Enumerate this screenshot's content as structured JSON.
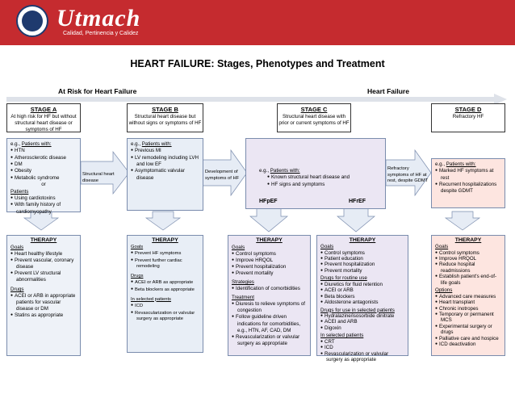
{
  "logo": {
    "name": "Utmach",
    "tagline": "Calidad, Pertinencia y Calidez"
  },
  "title": "HEART FAILURE: Stages, Phenotypes and Treatment",
  "risk_label": "At Risk for Heart Failure",
  "hf_label": "Heart Failure",
  "stages": {
    "a": {
      "name": "STAGE A",
      "text": "At high risk for HF but without structural heart disease or symptoms of HF"
    },
    "b": {
      "name": "STAGE B",
      "text": "Structural heart disease but without signs or symptoms of HF"
    },
    "c": {
      "name": "STAGE C",
      "text": "Structural heart disease with prior or current symptoms of HF"
    },
    "d": {
      "name": "STAGE D",
      "text": "Refractory HF"
    }
  },
  "between": {
    "ab": "Structural heart disease",
    "bc": "Development of symptoms of HF",
    "cd": "Refractory symptoms of HF at rest, despite GDMT"
  },
  "desc": {
    "eg": "e.g., ",
    "pw": "Patients with:",
    "a_items": [
      "HTN",
      "Atherosclerotic disease",
      "DM",
      "Obesity",
      "Metabolic syndrome"
    ],
    "a_or": "or",
    "a_patients": "Patients",
    "a_items2": [
      "Using cardiotoxins",
      "With family history of cardiomyopathy"
    ],
    "b_items": [
      "Previous MI",
      "LV remodeling including LVH and low EF",
      "Asymptomatic valvular disease"
    ],
    "c_items": [
      "Known structural heart disease and",
      "HF signs and symptoms"
    ],
    "d_items": [
      "Marked HF symptoms at rest",
      "Recurrent hospitalizations despite GDMT"
    ]
  },
  "phenotypes": {
    "pef": "HFpEF",
    "ref": "HFrEF"
  },
  "therapy": {
    "header": "THERAPY",
    "goals": "Goals",
    "drugs": "Drugs",
    "a_goals": [
      "Heart healthy lifestyle",
      "Prevent vascular, coronary disease",
      "Prevent LV structural abnormalities"
    ],
    "a_drugs": [
      "ACEI or ARB in appropriate patients for vascular disease or DM",
      "Statins as appropriate"
    ],
    "b_goals": [
      "Prevent HF symptoms",
      "Prevent further cardiac remodeling"
    ],
    "b_drugs": [
      "ACEI or ARB as appropriate",
      "Beta blockers as appropriate"
    ],
    "b_sel_label": "In selected patients",
    "b_sel": [
      "ICD",
      "Revascularization or valvular surgery as appropriate"
    ],
    "pef_goals": [
      "Control symptoms",
      "Improve HRQOL",
      "Prevent hospitalization",
      "Prevent mortality"
    ],
    "strategies": "Strategies",
    "pef_strategies": [
      "Identification of comorbidities"
    ],
    "treatment": "Treatment",
    "pef_treatment": [
      "Diuresis to relieve symptoms of congestion",
      "Follow guideline driven indications for comorbidities, e.g., HTN, AF, CAD, DM",
      "Revascularization or valvular surgery as appropriate"
    ],
    "ref_goals": [
      "Control symptoms",
      "Patient education",
      "Prevent hospitalization",
      "Prevent mortality"
    ],
    "routine_label": "Drugs for routine use",
    "ref_routine": [
      "Diuretics for fluid retention",
      "ACEI or ARB",
      "Beta blockers",
      "Aldosterone antagonists"
    ],
    "selected_drugs_label": "Drugs for use in selected patients",
    "ref_selected_drugs": [
      "Hydralazine/isosorbide dinitrate",
      "ACEI and ARB",
      "Digoxin"
    ],
    "selected_label": "In selected patients",
    "ref_selected": [
      "CRT",
      "ICD",
      "Revascularization or valvular surgery as appropriate"
    ],
    "d_goals": [
      "Control symptoms",
      "Improve HRQOL",
      "Reduce hospital readmissions",
      "Establish patient's end-of-life goals"
    ],
    "options": "Options",
    "d_options": [
      "Advanced care measures",
      "Heart transplant",
      "Chronic inotropes",
      "Temporary or permanent MCS",
      "Experimental surgery or drugs",
      "Palliative care and hospice",
      "ICD deactivation"
    ]
  },
  "colors": {
    "header_band": "#c52b2f",
    "stage_arrow": "#eef2f8",
    "arrow_fill": "#e6ecf5",
    "stage_d": "#fde5e0"
  }
}
